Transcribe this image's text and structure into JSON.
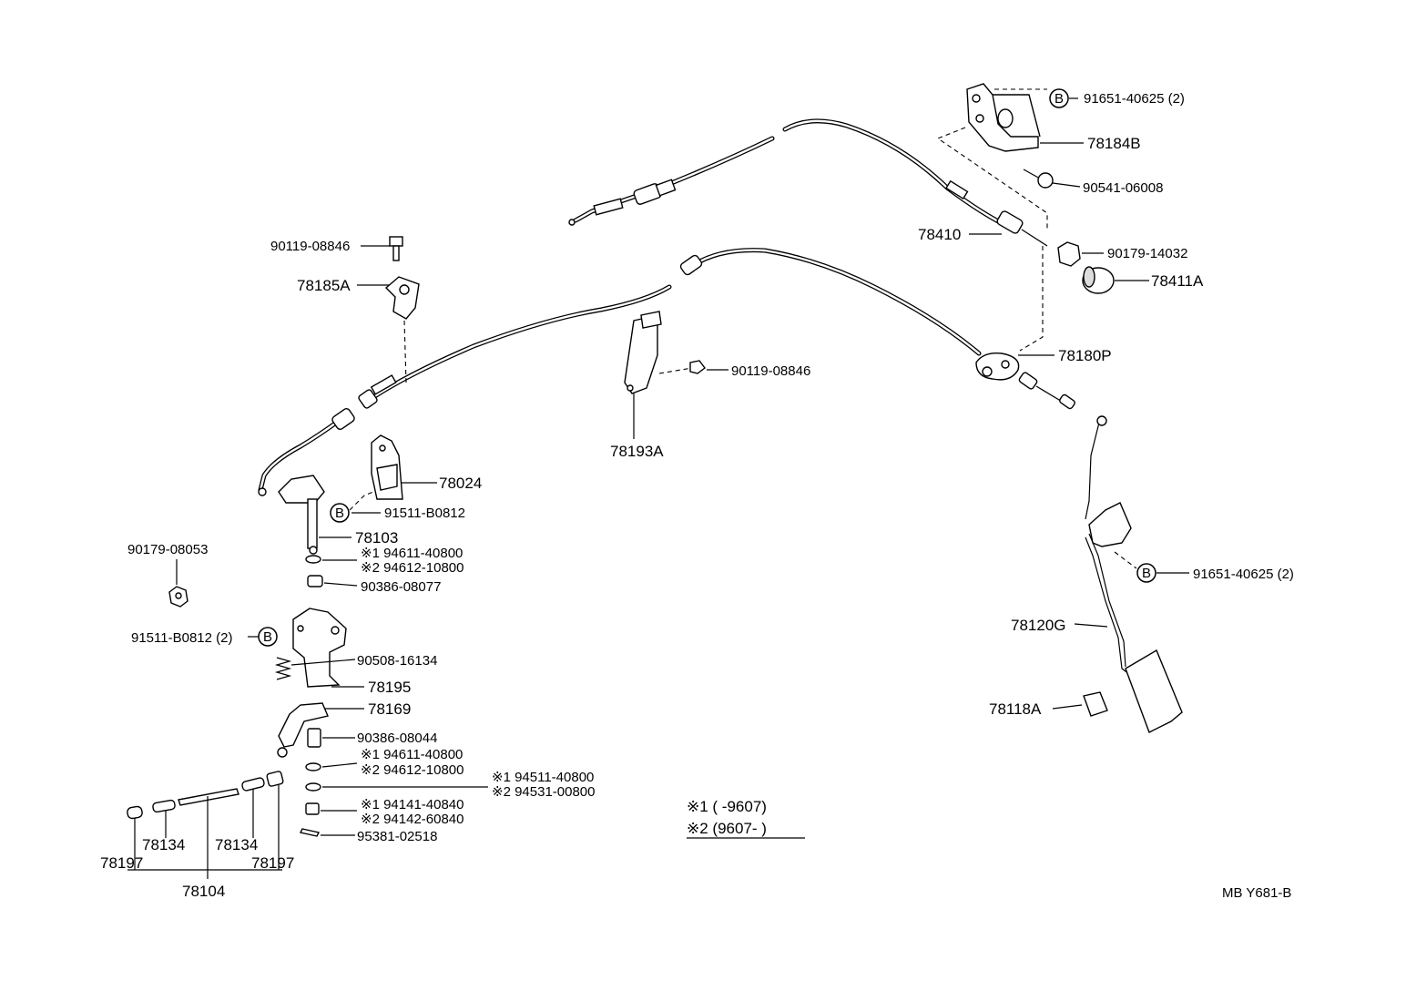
{
  "callouts": {
    "p_91651_40625_top": "91651-40625 (2)",
    "p_78184B": "78184B",
    "p_90541_06008": "90541-06008",
    "p_78410": "78410",
    "p_90179_14032": "90179-14032",
    "p_78411A": "78411A",
    "p_78180P": "78180P",
    "p_90119_08846_left": "90119-08846",
    "p_78185A": "78185A",
    "p_90119_08846_mid": "90119-08846",
    "p_78193A": "78193A",
    "p_78024": "78024",
    "p_91511_B0812": "91511-B0812",
    "p_78103": "78103",
    "p_94611_40800_a": "※1 94611-40800",
    "p_94612_10800_a": "※2 94612-10800",
    "p_90386_08077": "90386-08077",
    "p_90179_08053": "90179-08053",
    "p_91511_B0812_2": "91511-B0812 (2)",
    "p_90508_16134": "90508-16134",
    "p_78195": "78195",
    "p_78169": "78169",
    "p_90386_08044": "90386-08044",
    "p_94611_40800_b": "※1 94611-40800",
    "p_94612_10800_b": "※2 94612-10800",
    "p_94511_40800": "※1 94511-40800",
    "p_94531_00800": "※2 94531-00800",
    "p_94141_40840": "※1 94141-40840",
    "p_94142_60840": "※2 94142-60840",
    "p_95381_02518": "95381-02518",
    "p_78134_a": "78134",
    "p_78134_b": "78134",
    "p_78197_a": "78197",
    "p_78197_b": "78197",
    "p_78104": "78104",
    "p_91651_40625_right": "91651-40625 (2)",
    "p_78120G": "78120G",
    "p_78118A": "78118A"
  },
  "marks": {
    "b1": "B",
    "b2": "B",
    "b3": "B",
    "b4": "B"
  },
  "legend": {
    "note1": "※1 (       -9607)",
    "note2": "※2 (9607-        )"
  },
  "drawing_code": "MB Y681-B"
}
